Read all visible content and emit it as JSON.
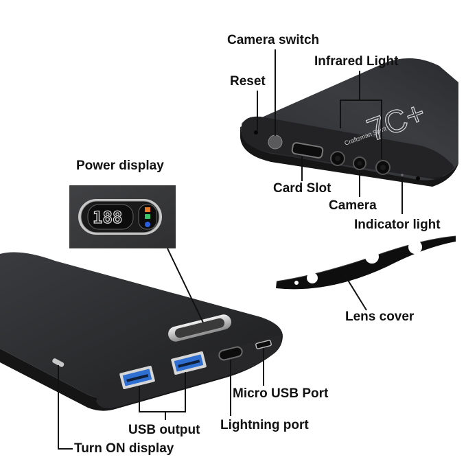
{
  "labels": {
    "camera_switch": "Camera switch",
    "infrared_light": "Infrared Light",
    "reset": "Reset",
    "power_display": "Power display",
    "card_slot": "Card Slot",
    "camera": "Camera",
    "indicator_light": "Indicator light",
    "lens_cover": "Lens cover",
    "micro_usb_port": "Micro USB Port",
    "usb_output": "USB output",
    "lightning_port": "Lightning port",
    "turn_on_display": "Turn ON display"
  },
  "device_branding": {
    "model": "7C+",
    "brand": "Craftsman Spirit"
  },
  "display_readout": "188",
  "colors": {
    "device_body": "#2b2b2d",
    "usb_port_blue": "#2e6fd1",
    "indicator_orange": "#e87a2a",
    "indicator_green": "#39c46a",
    "indicator_blue": "#2b5fe0",
    "leader_line": "#111111"
  }
}
